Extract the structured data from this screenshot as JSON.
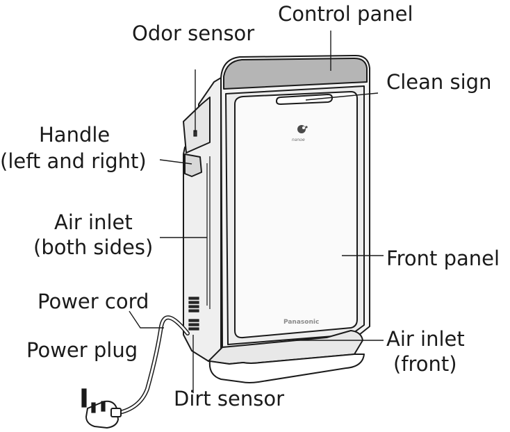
{
  "labels": {
    "control_panel": "Control panel",
    "odor_sensor": "Odor sensor",
    "clean_sign": "Clean sign",
    "handle_line1": "Handle",
    "handle_line2": "(left and right)",
    "air_inlet_sides_line1": "Air inlet",
    "air_inlet_sides_line2": "(both sides)",
    "front_panel": "Front panel",
    "power_cord": "Power cord",
    "power_plug": "Power plug",
    "air_inlet_front_line1": "Air inlet",
    "air_inlet_front_line2": "(front)",
    "dirt_sensor": "Dirt sensor"
  },
  "device": {
    "brand": "Panasonic",
    "logo_text": "nanoe"
  },
  "colors": {
    "outline": "#1a1a1a",
    "control_panel_fill": "#b5b5b5",
    "body_fill": "#f4f4f4",
    "front_panel_fill": "#fafafa"
  }
}
